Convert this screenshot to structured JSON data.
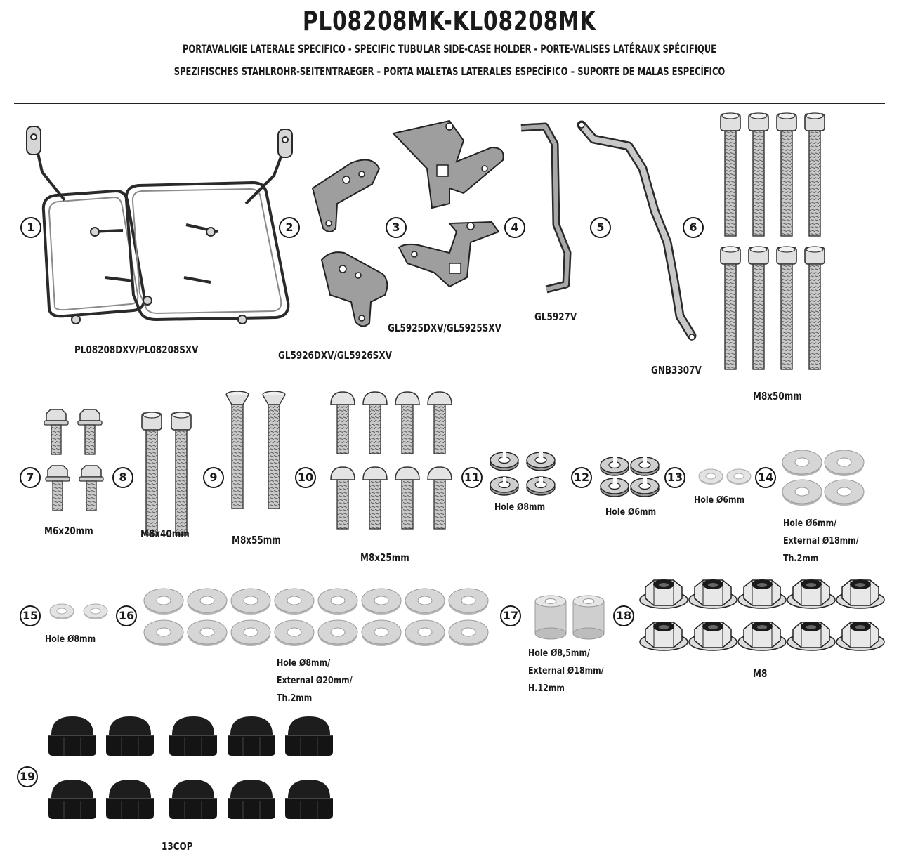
{
  "header": {
    "title": "PL08208MK-KL08208MK",
    "subtitle_line1": "PORTAVALIGIE LATERALE SPECIFICO  -  SPECIFIC TUBULAR SIDE-CASE HOLDER  -  PORTE-VALISES LATÉRAUX SPÉCIFIQUE",
    "subtitle_line2": "SPEZIFISCHES STAHLROHR-SEITENTRAEGER – PORTA MALETAS LATERALES ESPECÍFICO – SUPORTE DE MALAS ESPECÍFICO"
  },
  "parts": {
    "p1": "1",
    "p2": "2",
    "p3": "3",
    "p4": "4",
    "p5": "5",
    "p6": "6",
    "p7": "7",
    "p8": "8",
    "p9": "9",
    "p10": "10",
    "p11": "11",
    "p12": "12",
    "p13": "13",
    "p14": "14",
    "p15": "15",
    "p16": "16",
    "p17": "17",
    "p18": "18",
    "p19": "19"
  },
  "codes": {
    "frame": "PL08208DXV/PL08208SXV",
    "plate_a": "GL5926DXV/GL5926SXV",
    "plate_b": "GL5925DXV/GL5925SXV",
    "strap": "GL5927V",
    "bar": "GNB3307V",
    "caps": "13COP"
  },
  "specs": {
    "m8x50": "M8x50mm",
    "m6x20": "M6x20mm",
    "m8x40": "M8x40mm",
    "m8x55": "M8x55mm",
    "m8x25": "M8x25mm",
    "washer11": "Hole Ø8mm",
    "washer12": "Hole Ø6mm",
    "washer13": "Hole Ø6mm",
    "washer14_l1": "Hole Ø6mm/",
    "washer14_l2": "External Ø18mm/",
    "washer14_l3": "Th.2mm",
    "washer15": "Hole Ø8mm",
    "washer16_l1": "Hole Ø8mm/",
    "washer16_l2": "External Ø20mm/",
    "washer16_l3": "Th.2mm",
    "spacer_l1": "Hole Ø8,5mm/",
    "spacer_l2": "External Ø18mm/",
    "spacer_l3": "H.12mm",
    "nut": "M8"
  }
}
